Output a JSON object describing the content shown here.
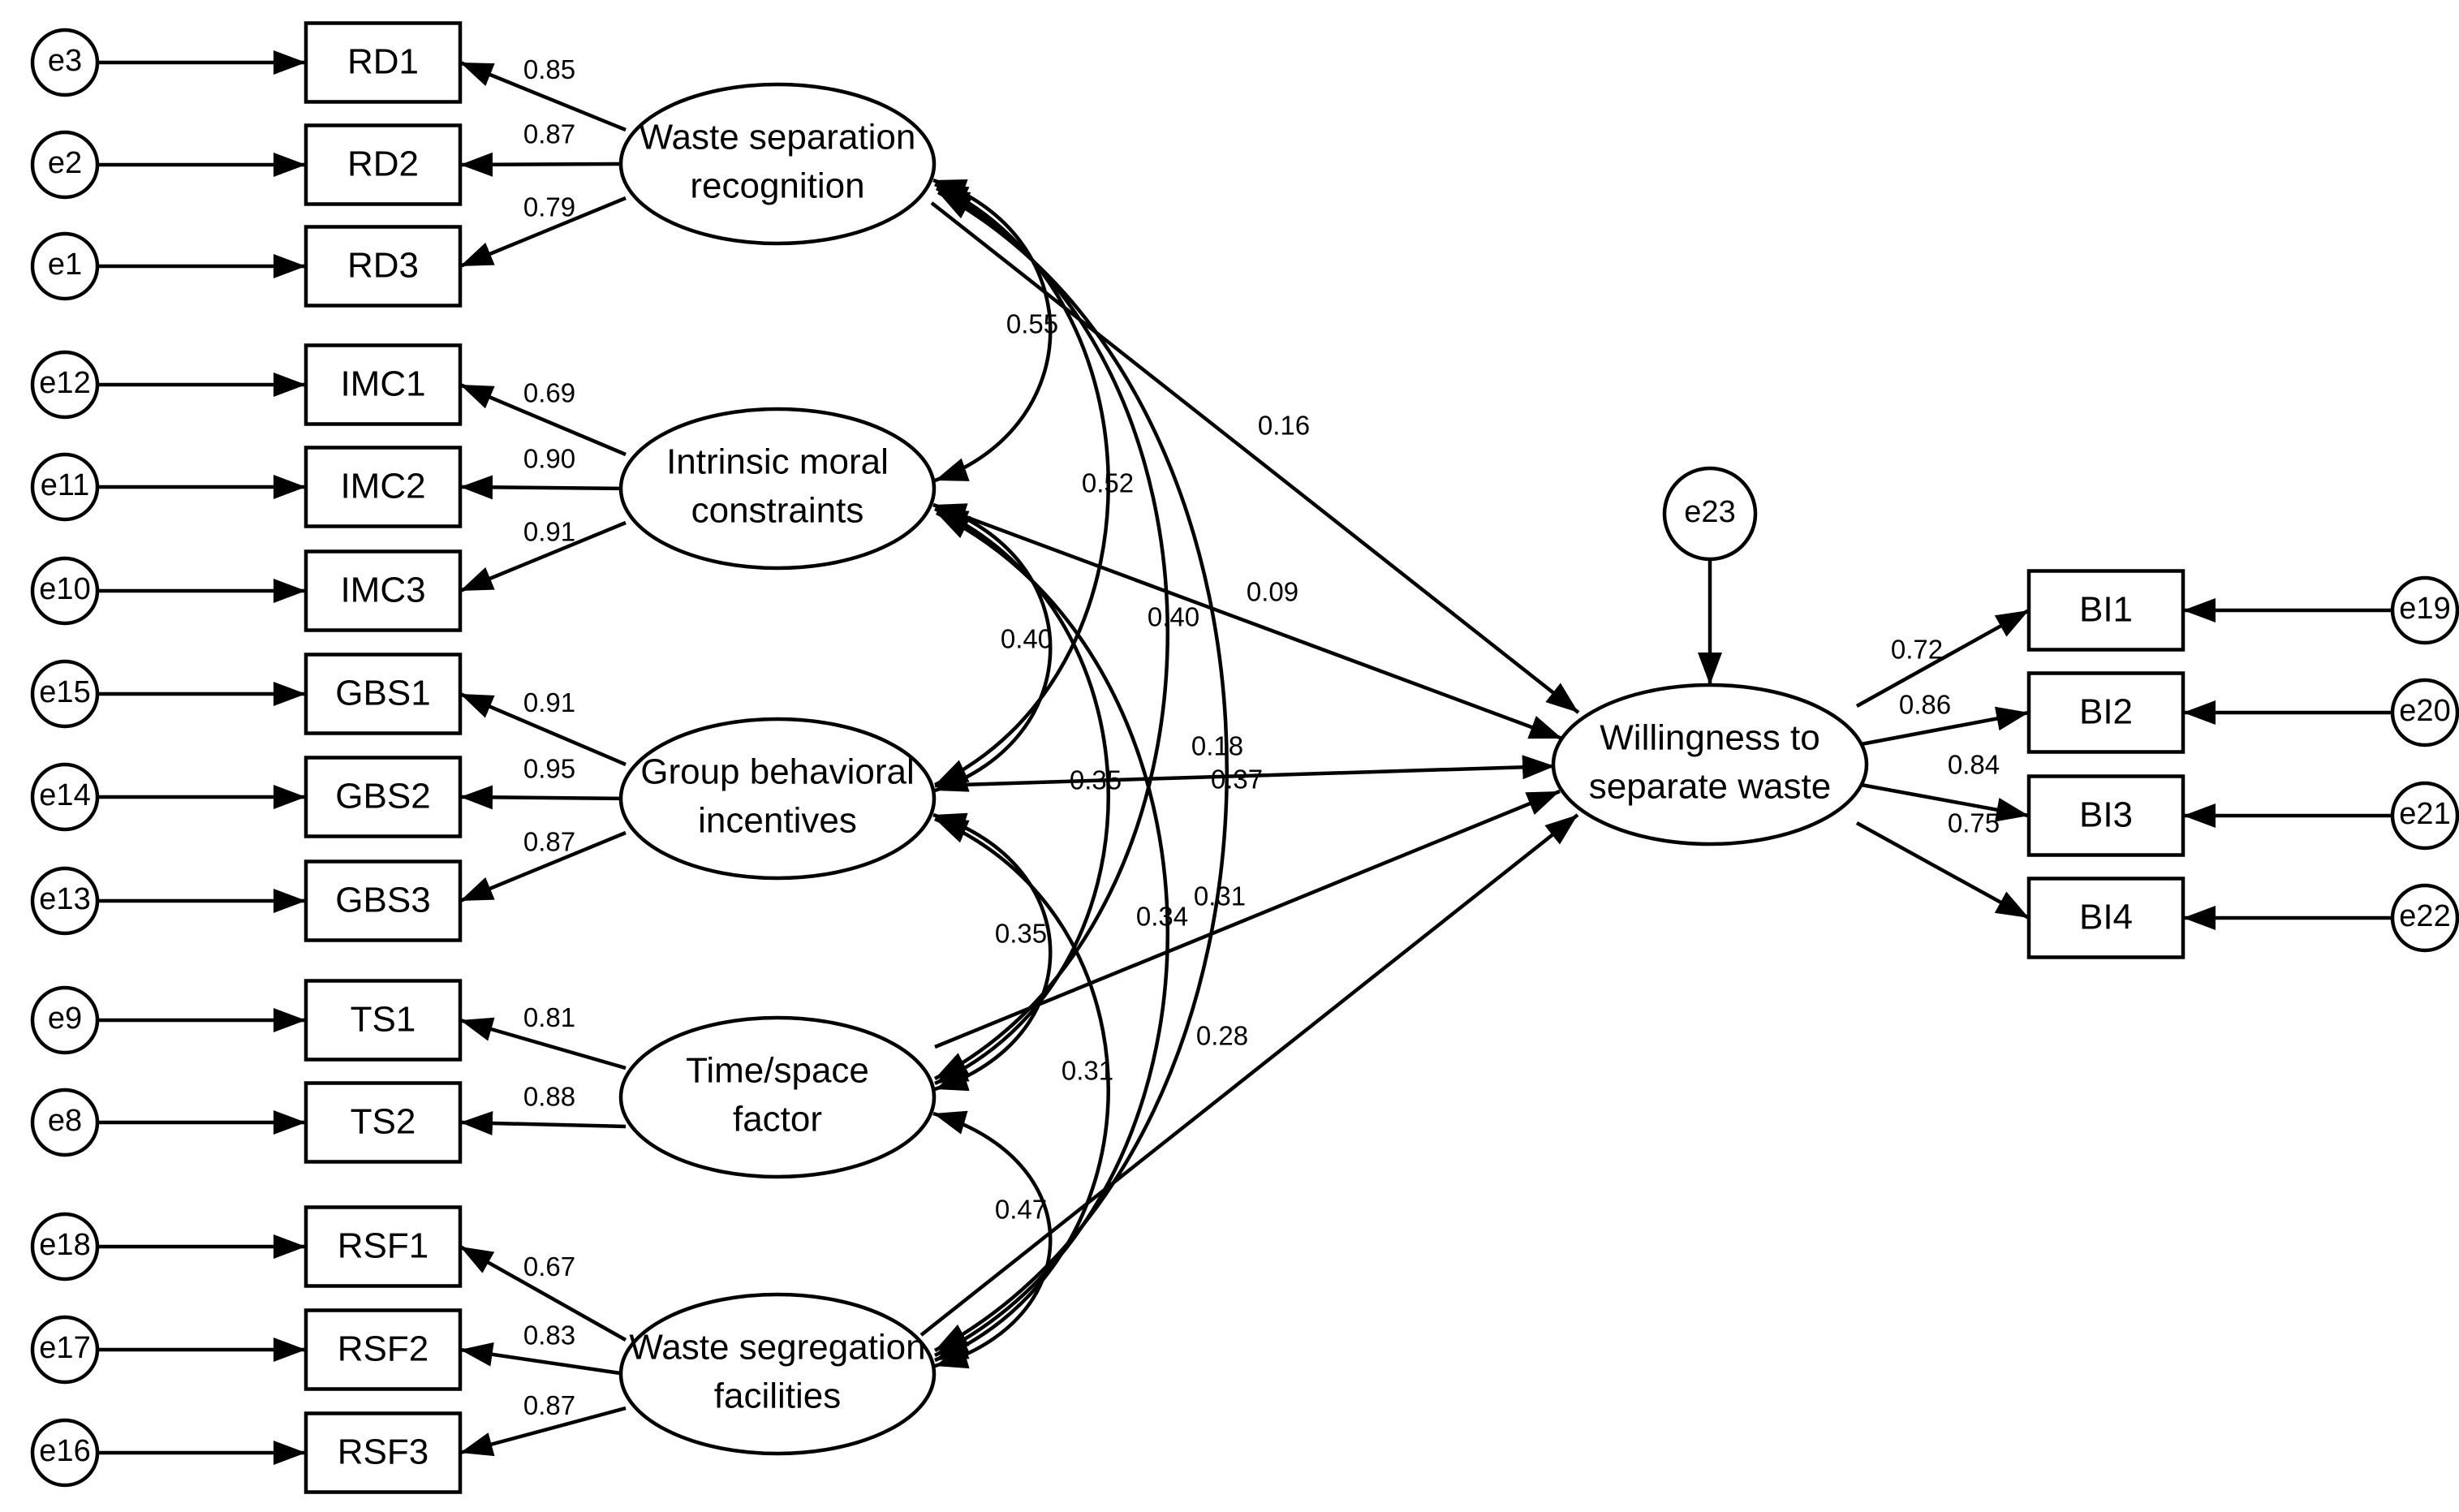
{
  "latent_factors": [
    {
      "id": "WSR",
      "lines": [
        "Waste separation",
        "recognition"
      ]
    },
    {
      "id": "IMC",
      "lines": [
        "Intrinsic moral",
        "constraints"
      ]
    },
    {
      "id": "GBI",
      "lines": [
        "Group behavioral",
        "incentives"
      ]
    },
    {
      "id": "TSF",
      "lines": [
        "Time/space",
        "factor"
      ]
    },
    {
      "id": "WSF",
      "lines": [
        "Waste segregation",
        "facilities"
      ]
    }
  ],
  "outcome": {
    "id": "WTS",
    "lines": [
      "Willingness to",
      "separate waste"
    ]
  },
  "outcome_error": "e23",
  "indicators": [
    {
      "label": "RD1",
      "error": "e3",
      "factor": "WSR",
      "loading": "0.85"
    },
    {
      "label": "RD2",
      "error": "e2",
      "factor": "WSR",
      "loading": "0.87"
    },
    {
      "label": "RD3",
      "error": "e1",
      "factor": "WSR",
      "loading": "0.79"
    },
    {
      "label": "IMC1",
      "error": "e12",
      "factor": "IMC",
      "loading": "0.69"
    },
    {
      "label": "IMC2",
      "error": "e11",
      "factor": "IMC",
      "loading": "0.90"
    },
    {
      "label": "IMC3",
      "error": "e10",
      "factor": "IMC",
      "loading": "0.91"
    },
    {
      "label": "GBS1",
      "error": "e15",
      "factor": "GBI",
      "loading": "0.91"
    },
    {
      "label": "GBS2",
      "error": "e14",
      "factor": "GBI",
      "loading": "0.95"
    },
    {
      "label": "GBS3",
      "error": "e13",
      "factor": "GBI",
      "loading": "0.87"
    },
    {
      "label": "TS1",
      "error": "e9",
      "factor": "TSF",
      "loading": "0.81"
    },
    {
      "label": "TS2",
      "error": "e8",
      "factor": "TSF",
      "loading": "0.88"
    },
    {
      "label": "RSF1",
      "error": "e18",
      "factor": "WSF",
      "loading": "0.67"
    },
    {
      "label": "RSF2",
      "error": "e17",
      "factor": "WSF",
      "loading": "0.83"
    },
    {
      "label": "RSF3",
      "error": "e16",
      "factor": "WSF",
      "loading": "0.87"
    }
  ],
  "outcome_indicators": [
    {
      "label": "BI1",
      "error": "e19",
      "loading": "0.72"
    },
    {
      "label": "BI2",
      "error": "e20",
      "loading": "0.86"
    },
    {
      "label": "BI3",
      "error": "e21",
      "loading": "0.84"
    },
    {
      "label": "BI4",
      "error": "e22",
      "loading": "0.75"
    }
  ],
  "paths": [
    {
      "from": "WSR",
      "to": "WTS",
      "coef": "0.16"
    },
    {
      "from": "IMC",
      "to": "WTS",
      "coef": "0.09"
    },
    {
      "from": "GBI",
      "to": "WTS",
      "coef": "0.18"
    },
    {
      "from": "TSF",
      "to": "WTS",
      "coef": "0.31"
    },
    {
      "from": "WSF",
      "to": "WTS",
      "coef": "0.28"
    }
  ],
  "correlations": [
    {
      "a": "WSR",
      "b": "IMC",
      "coef": "0.55"
    },
    {
      "a": "WSR",
      "b": "GBI",
      "coef": "0.52"
    },
    {
      "a": "WSR",
      "b": "TSF",
      "coef": "0.40"
    },
    {
      "a": "WSR",
      "b": "WSF",
      "coef": "0.37"
    },
    {
      "a": "IMC",
      "b": "GBI",
      "coef": "0.40"
    },
    {
      "a": "IMC",
      "b": "TSF",
      "coef": "0.35"
    },
    {
      "a": "IMC",
      "b": "WSF",
      "coef": "0.34"
    },
    {
      "a": "GBI",
      "b": "TSF",
      "coef": "0.35"
    },
    {
      "a": "GBI",
      "b": "WSF",
      "coef": "0.31"
    },
    {
      "a": "TSF",
      "b": "WSF",
      "coef": "0.47"
    }
  ]
}
